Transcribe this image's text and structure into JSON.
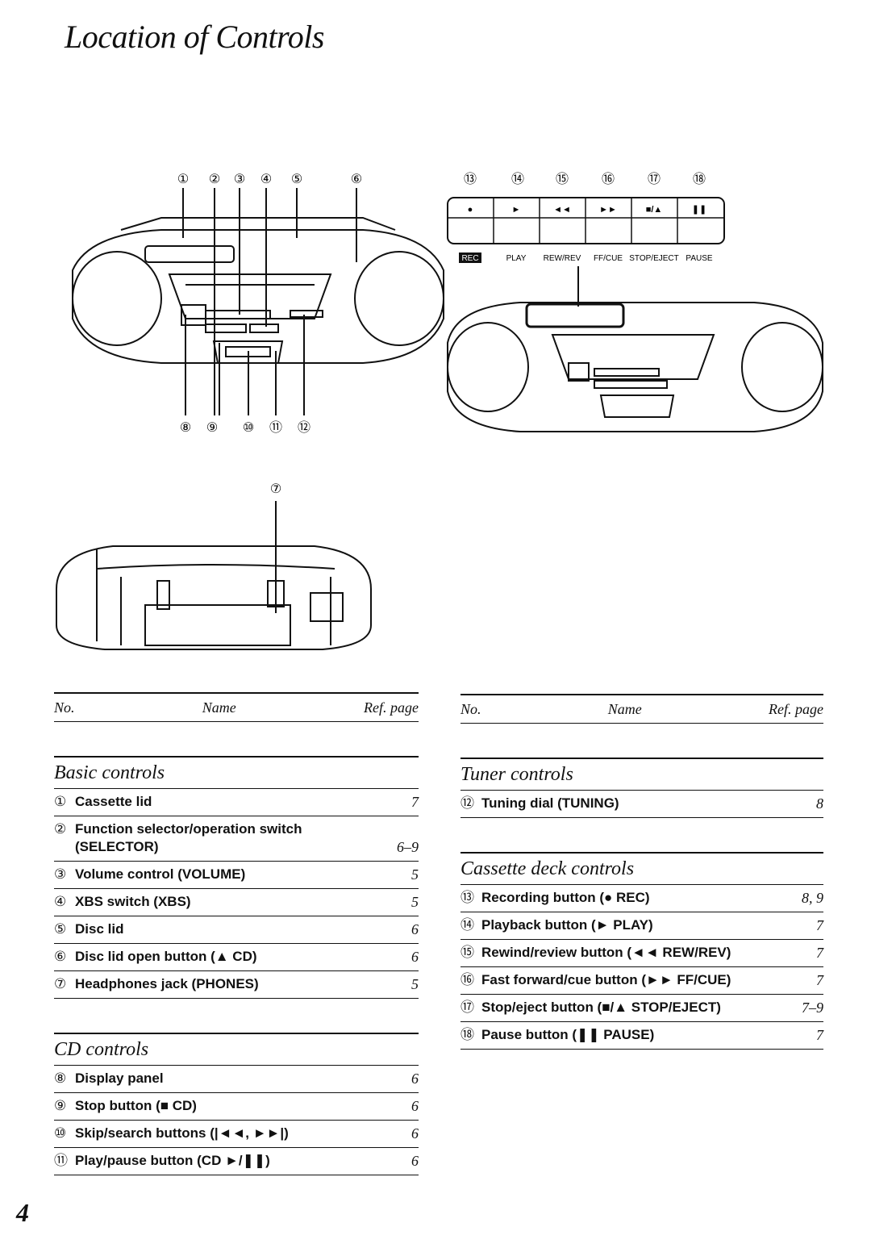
{
  "title": "Location of Controls",
  "page_number": "4",
  "diagram": {
    "front_callouts": [
      "①",
      "②",
      "③",
      "④",
      "⑤",
      "⑥",
      "⑧",
      "⑨",
      "⑩",
      "⑪",
      "⑫"
    ],
    "rear_callout": "⑦",
    "deck_callouts": [
      "⑬",
      "⑭",
      "⑮",
      "⑯",
      "⑰",
      "⑱"
    ],
    "deck_labels": [
      "REC",
      "PLAY",
      "REW/REV",
      "FF/CUE",
      "STOP/EJECT",
      "PAUSE"
    ],
    "deck_symbols": [
      "●",
      "►",
      "◄◄",
      "►►",
      "■/▲",
      "❚❚"
    ]
  },
  "table_header": {
    "no": "No.",
    "name": "Name",
    "ref": "Ref. page"
  },
  "left": {
    "basic_title": "Basic controls",
    "basic": [
      {
        "no": "①",
        "name": "Cassette lid",
        "ref": "7"
      },
      {
        "no": "②",
        "name": "Function selector/operation switch (SELECTOR)",
        "ref": "6–9"
      },
      {
        "no": "③",
        "name": "Volume control (VOLUME)",
        "ref": "5"
      },
      {
        "no": "④",
        "name": "XBS switch (XBS)",
        "ref": "5"
      },
      {
        "no": "⑤",
        "name": "Disc lid",
        "ref": "6"
      },
      {
        "no": "⑥",
        "name": "Disc lid open button (▲ CD)",
        "ref": "6"
      },
      {
        "no": "⑦",
        "name": "Headphones jack (PHONES)",
        "ref": "5"
      }
    ],
    "cd_title": "CD controls",
    "cd": [
      {
        "no": "⑧",
        "name": "Display panel",
        "ref": "6"
      },
      {
        "no": "⑨",
        "name": "Stop button (■ CD)",
        "ref": "6"
      },
      {
        "no": "⑩",
        "name": "Skip/search buttons (|◄◄, ►►|)",
        "ref": "6"
      },
      {
        "no": "⑪",
        "name": "Play/pause button (CD ►/❚❚)",
        "ref": "6"
      }
    ]
  },
  "right": {
    "tuner_title": "Tuner controls",
    "tuner": [
      {
        "no": "⑫",
        "name": "Tuning dial (TUNING)",
        "ref": "8"
      }
    ],
    "cassette_title": "Cassette deck controls",
    "cassette": [
      {
        "no": "⑬",
        "name": "Recording button (● REC)",
        "ref": "8, 9"
      },
      {
        "no": "⑭",
        "name": "Playback button (► PLAY)",
        "ref": "7"
      },
      {
        "no": "⑮",
        "name": "Rewind/review button (◄◄ REW/REV)",
        "ref": "7"
      },
      {
        "no": "⑯",
        "name": "Fast forward/cue button (►► FF/CUE)",
        "ref": "7"
      },
      {
        "no": "⑰",
        "name": "Stop/eject button (■/▲ STOP/EJECT)",
        "ref": "7–9"
      },
      {
        "no": "⑱",
        "name": "Pause button (❚❚ PAUSE)",
        "ref": "7"
      }
    ]
  }
}
